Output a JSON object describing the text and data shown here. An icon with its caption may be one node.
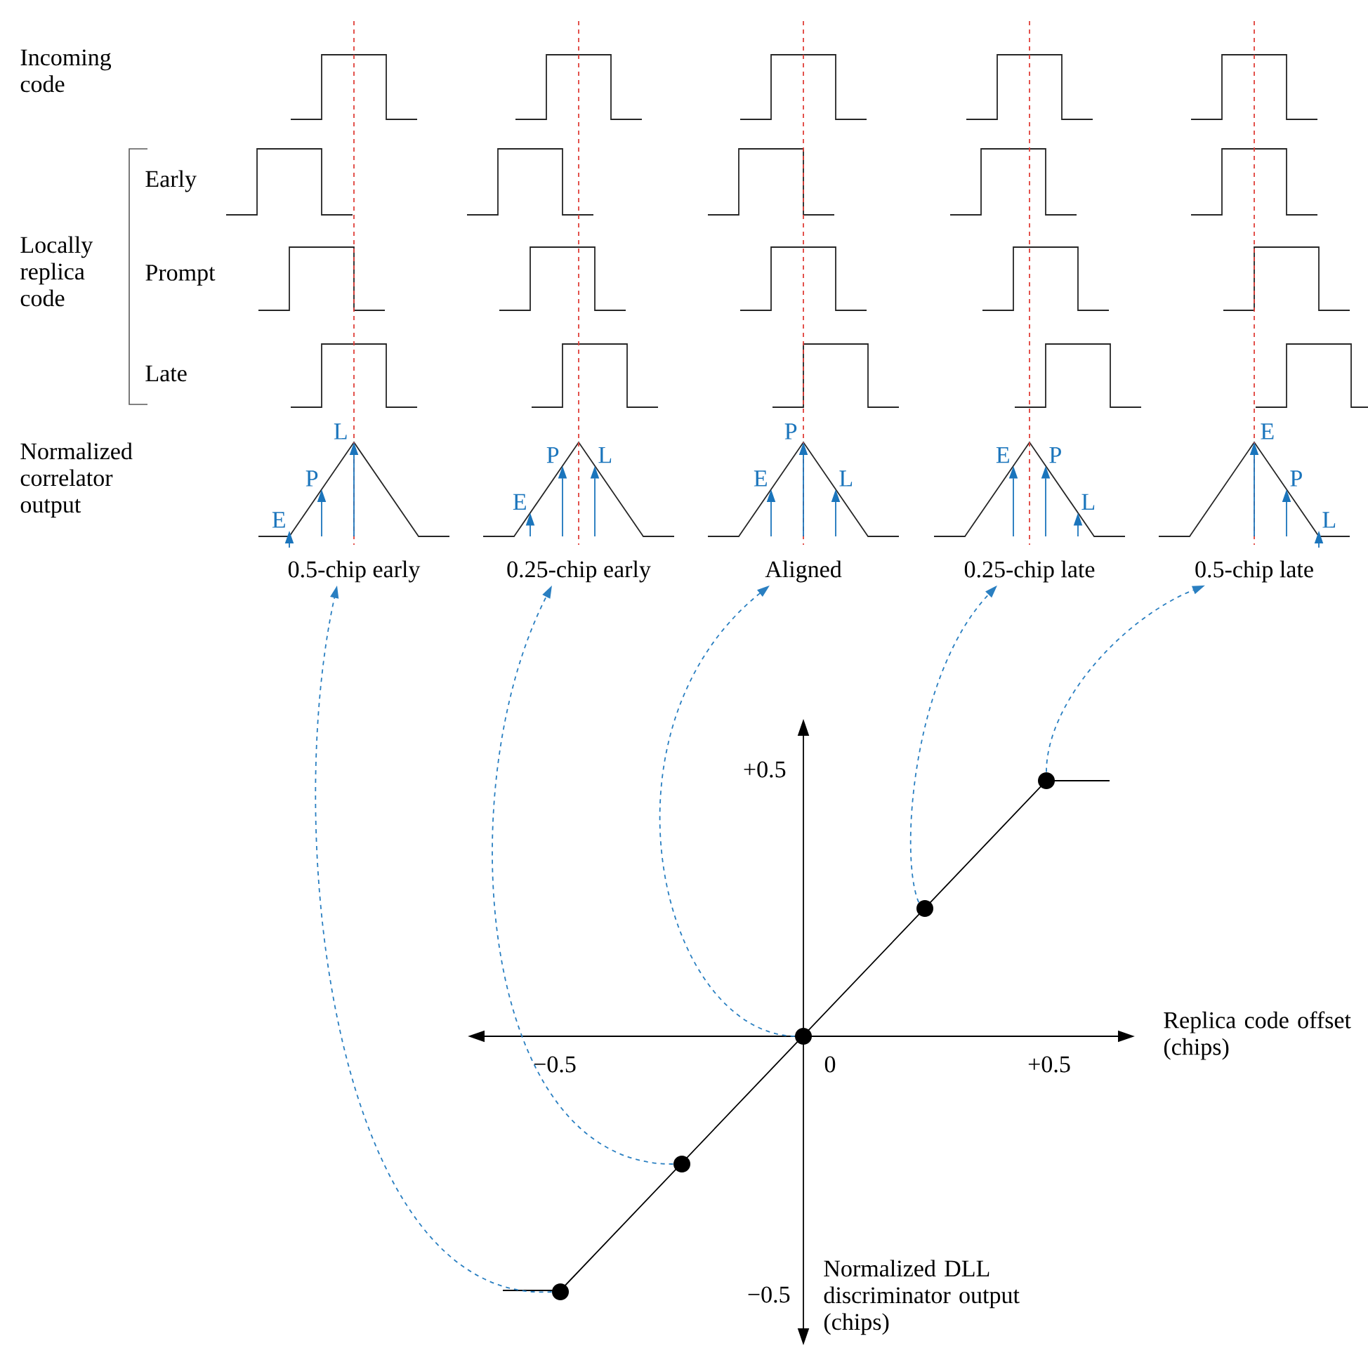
{
  "diagram": {
    "nodes": [
      {
        "text": [
          "0.5-chip early"
        ]
      },
      {
        "text": [
          "0.25-chip early"
        ]
      },
      {
        "text": [
          "Aligned"
        ]
      },
      {
        "text": [
          "0.25-chip late"
        ]
      },
      {
        "text": [
          "0.5-chip late"
        ]
      },
      {
        "text": [],
        "shape": "circle"
      },
      {
        "text": [],
        "shape": "circle"
      },
      {
        "text": [],
        "shape": "circle"
      },
      {
        "text": [],
        "shape": "circle"
      },
      {
        "text": [],
        "shape": "circle"
      }
    ],
    "edges": [
      {
        "from": 5,
        "to": 0,
        "arrow": "to",
        "style": "dashed",
        "color": "#2a7fc1"
      },
      {
        "from": 6,
        "to": 1,
        "arrow": "to",
        "style": "dashed",
        "color": "#2a7fc1"
      },
      {
        "from": 7,
        "to": 2,
        "arrow": "to",
        "style": "dashed",
        "color": "#2a7fc1"
      },
      {
        "from": 8,
        "to": 3,
        "arrow": "to",
        "style": "dashed",
        "color": "#2a7fc1"
      },
      {
        "from": 9,
        "to": 4,
        "arrow": "to",
        "style": "dashed",
        "color": "#2a7fc1"
      }
    ],
    "labels": [
      "Incoming code",
      "Locally replica code",
      "Early",
      "Prompt",
      "Late",
      "Normalized correlator output",
      "E",
      "P",
      "L",
      "E",
      "P",
      "L",
      "E",
      "P",
      "L",
      "E",
      "P",
      "L",
      "E",
      "P",
      "L",
      "+0.5",
      "−0.5",
      "0",
      "+0.5",
      "Replica code offset (chips)",
      "−0.5",
      "Normalized DLL discriminator output (chips)"
    ]
  }
}
